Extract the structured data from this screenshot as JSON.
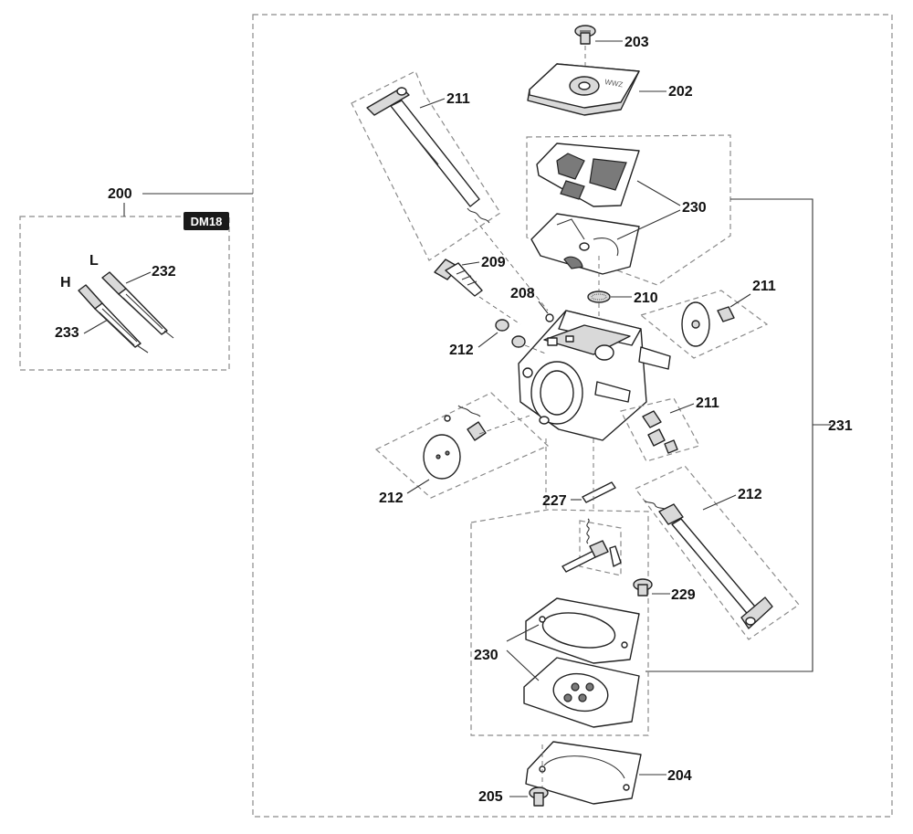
{
  "labels": {
    "l200": "200",
    "l202": "202",
    "l203": "203",
    "l204": "204",
    "l205": "205",
    "l208": "208",
    "l209": "209",
    "l210": "210",
    "l211_a": "211",
    "l211_b": "211",
    "l211_c": "211",
    "l212_a": "212",
    "l212_b": "212",
    "l212_c": "212",
    "l227": "227",
    "l229": "229",
    "l230_a": "230",
    "l230_b": "230",
    "l231": "231",
    "l232": "232",
    "l233": "233",
    "H": "H",
    "L": "L"
  },
  "badge": {
    "text": "DM18",
    "color": "#1a1a1a"
  },
  "colors": {
    "line": "#333333",
    "dashed": "#8a8a8a",
    "fill_gray": "#d9d9d9"
  }
}
